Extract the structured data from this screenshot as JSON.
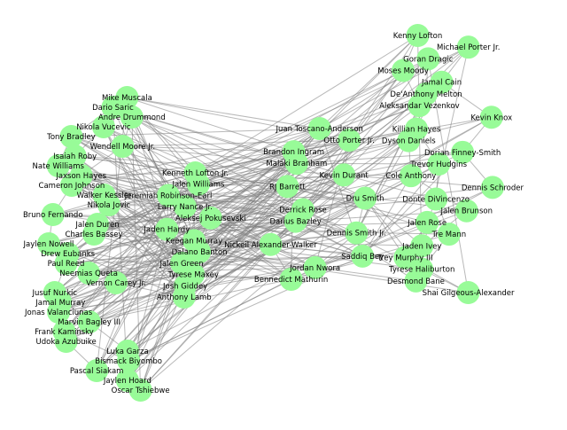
{
  "colors": {
    "node": "#98fb98",
    "edge": "#808080",
    "label": "#000000",
    "background": "#ffffff"
  },
  "clusters": [
    {
      "id": "west",
      "labels": [
        "Mike Muscala",
        "Dario Saric",
        "Andre Drummond",
        "Nikola Vucevic",
        "Tony Bradley",
        "Wendell Moore Jr.",
        "Isaiah Roby",
        "Nate Williams",
        "Jaxson Hayes",
        "Cameron Johnson",
        "Walker Kessler",
        "Nikola Jovic",
        "Bruno Fernando",
        "Jalen Duren",
        "Charles Bassey",
        "Jaylen Nowell",
        "Drew Eubanks",
        "Paul Reed",
        "Neemias Queta",
        "Vernon Carey Jr.",
        "Jusuf Nurkic",
        "Jamal Murray",
        "Jonas Valanciunas",
        "Marvin Bagley III",
        "Frank Kaminsky",
        "Udoka Azubuike",
        "Luka Garza",
        "Bismack Biyombo",
        "Pascal Siakam",
        "Jaylen Hoard",
        "Oscar Tshiebwe"
      ]
    },
    {
      "id": "center-left",
      "labels": [
        "Kenneth Lofton Jr.",
        "Jalen Williams",
        "Jeremiah Robinson-Earl",
        "Larry Nance Jr.",
        "Aleksej Pokusevski",
        "Jaden Hardy",
        "Keegan Murray",
        "Dalano Banton",
        "Jalen Green",
        "Tyrese Maxey",
        "Josh Giddey",
        "Anthony Lamb"
      ]
    },
    {
      "id": "center-right",
      "labels": [
        "Juan Toscano-Anderson",
        "Otto Porter Jr.",
        "Brandon Ingram",
        "Malaki Branham",
        "Kevin Durant",
        "RJ Barrett",
        "Dru Smith",
        "Derrick Rose",
        "Darius Bazley",
        "Dennis Smith Jr.",
        "Nickeil Alexander-Walker",
        "Saddiq Bey",
        "Jordan Nwora",
        "Bennedict Mathurin"
      ]
    },
    {
      "id": "east",
      "labels": [
        "Kenny Lofton",
        "Michael Porter Jr.",
        "Goran Dragic",
        "Moses Moody",
        "Jamal Cain",
        "De'Anthony Melton",
        "Aleksandar Vezenkov",
        "Kevin Knox",
        "Killian Hayes",
        "Dyson Daniels",
        "Dorian Finney-Smith",
        "Trevor Hudgins",
        "Cole Anthony",
        "Dennis Schroder",
        "Donte DiVincenzo",
        "Jalen Brunson",
        "Jalen Rose",
        "Tre Mann",
        "Jaden Ivey",
        "Trey Murphy III",
        "Tyrese Haliburton",
        "Desmond Bane",
        "Shai Gilgeous-Alexander"
      ]
    }
  ]
}
